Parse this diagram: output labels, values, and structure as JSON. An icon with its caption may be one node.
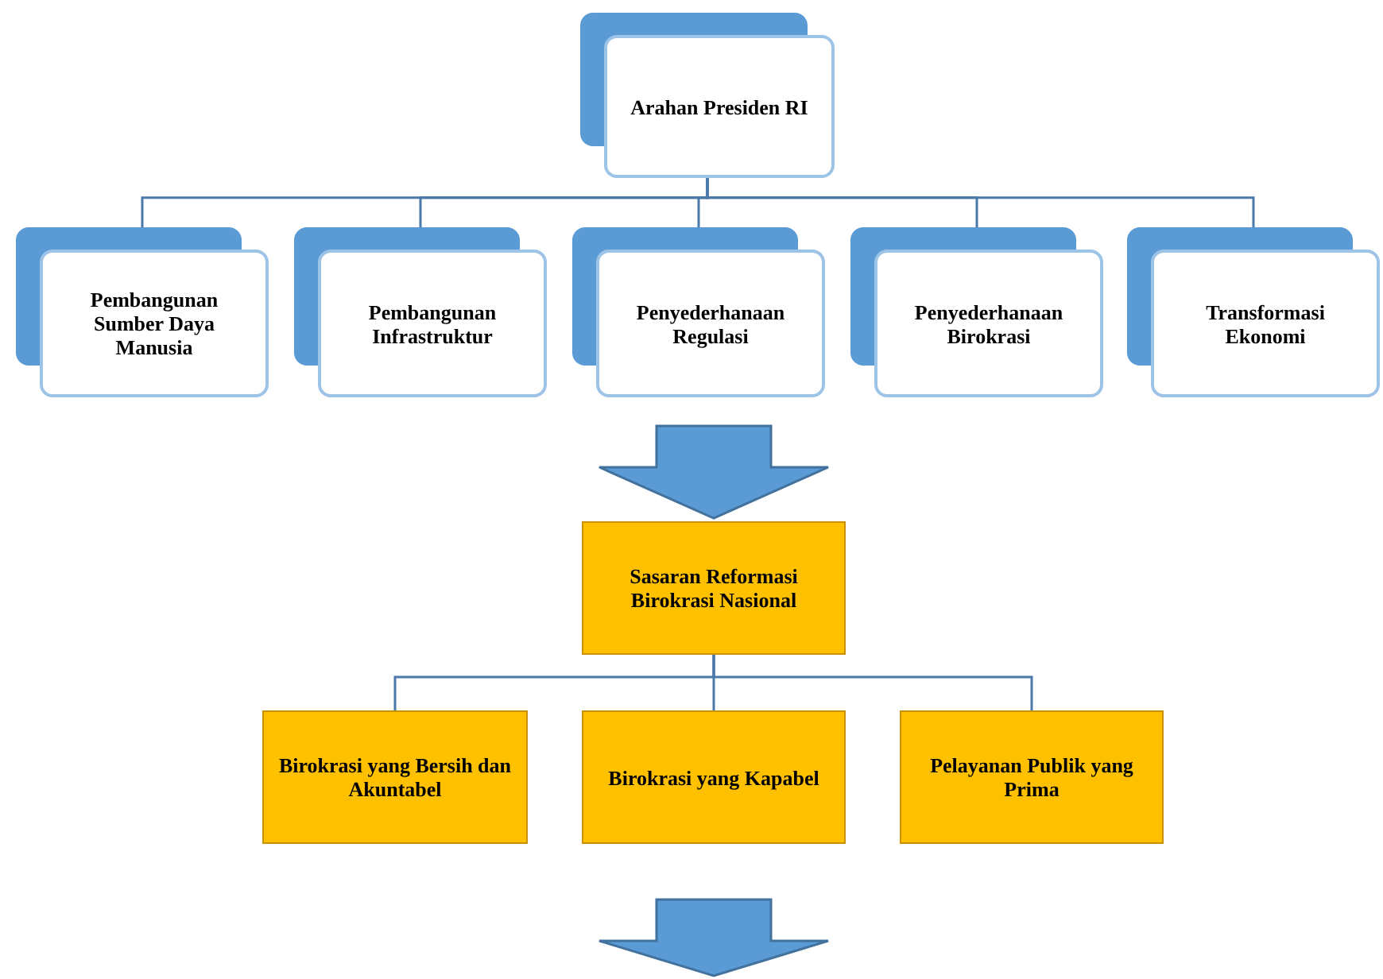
{
  "diagram": {
    "nodes": [
      {
        "text": [
          "Arahan Presiden RI"
        ]
      },
      {
        "text": [
          "Pembangunan Sumber Daya Manusia"
        ]
      },
      {
        "text": [
          "Pembangunan Infrastruktur"
        ]
      },
      {
        "text": [
          "Penyederhanaan Regulasi"
        ]
      },
      {
        "text": [
          "Penyederhanaan Birokrasi"
        ]
      },
      {
        "text": [
          "Transformasi Ekonomi"
        ]
      },
      {
        "text": [
          "Sasaran Reformasi Birokrasi Nasional"
        ]
      },
      {
        "text": [
          "Birokrasi yang Bersih dan Akuntabel"
        ]
      },
      {
        "text": [
          "Birokrasi yang Kapabel"
        ]
      },
      {
        "text": [
          "Pelayanan Publik yang Prima"
        ]
      }
    ],
    "edges": [
      {
        "from": 0,
        "to": 1,
        "arrow": "none"
      },
      {
        "from": 0,
        "to": 2,
        "arrow": "none"
      },
      {
        "from": 0,
        "to": 3,
        "arrow": "none"
      },
      {
        "from": 0,
        "to": 4,
        "arrow": "none"
      },
      {
        "from": 0,
        "to": 5,
        "arrow": "none"
      },
      {
        "from": null,
        "to": 6,
        "arrow": "to",
        "style": "thick"
      },
      {
        "from": 6,
        "to": 7,
        "arrow": "none"
      },
      {
        "from": 6,
        "to": 8,
        "arrow": "none"
      },
      {
        "from": 6,
        "to": 9,
        "arrow": "none"
      }
    ]
  }
}
